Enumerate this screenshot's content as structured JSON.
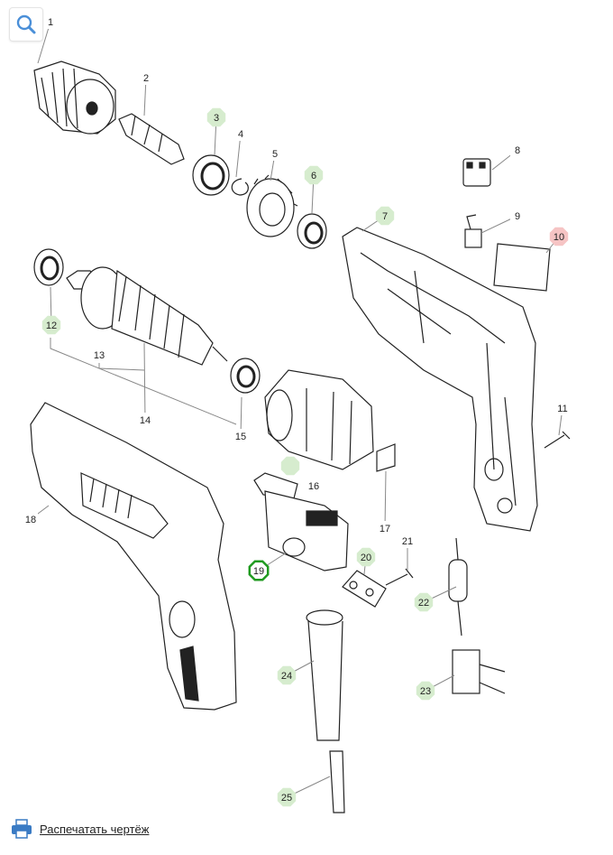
{
  "toolbar": {
    "search_icon": "search-icon"
  },
  "print": {
    "label": "Распечатать чертёж",
    "icon": "printer-icon"
  },
  "colors": {
    "badge_green": "#d6ecce",
    "badge_red": "#f6c4c4",
    "badge_selected": "#1f9a1f",
    "line": "#222222",
    "leader": "#888888"
  },
  "parts": [
    {
      "id": "1",
      "state": "none"
    },
    {
      "id": "2",
      "state": "none"
    },
    {
      "id": "3",
      "state": "green"
    },
    {
      "id": "4",
      "state": "none"
    },
    {
      "id": "5",
      "state": "none"
    },
    {
      "id": "6",
      "state": "green"
    },
    {
      "id": "7",
      "state": "green"
    },
    {
      "id": "8",
      "state": "none"
    },
    {
      "id": "9",
      "state": "none"
    },
    {
      "id": "10",
      "state": "red"
    },
    {
      "id": "11",
      "state": "none"
    },
    {
      "id": "12",
      "state": "green"
    },
    {
      "id": "13",
      "state": "none"
    },
    {
      "id": "14",
      "state": "none"
    },
    {
      "id": "15",
      "state": "none"
    },
    {
      "id": "16",
      "state": "none"
    },
    {
      "id": "17",
      "state": "none"
    },
    {
      "id": "18",
      "state": "none"
    },
    {
      "id": "19",
      "state": "selected"
    },
    {
      "id": "20",
      "state": "green"
    },
    {
      "id": "21",
      "state": "none"
    },
    {
      "id": "22",
      "state": "green"
    },
    {
      "id": "23",
      "state": "green"
    },
    {
      "id": "24",
      "state": "green"
    },
    {
      "id": "25",
      "state": "green"
    }
  ]
}
